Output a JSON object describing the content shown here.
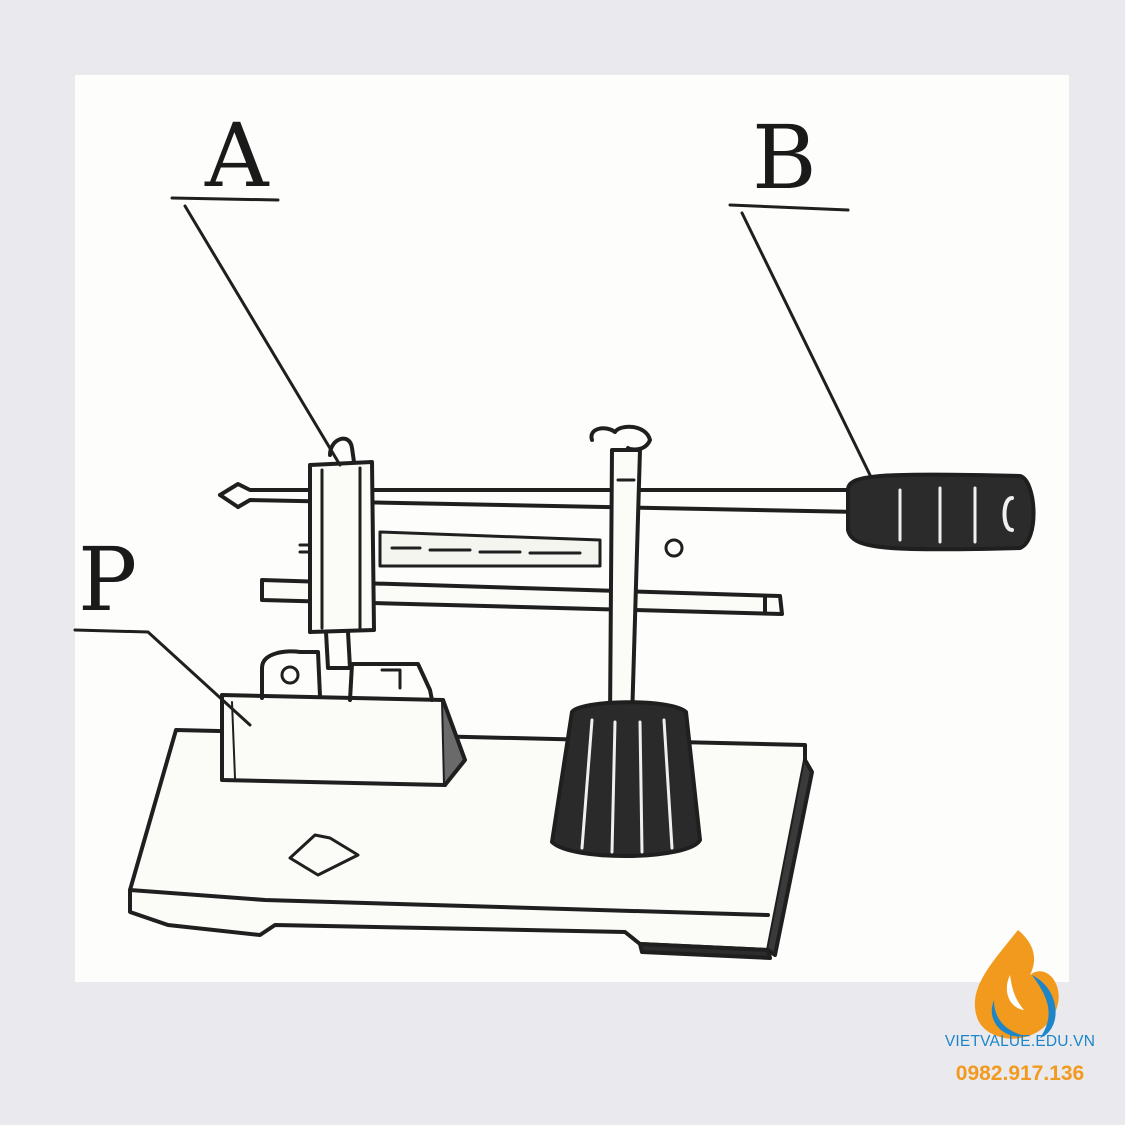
{
  "labels": {
    "a": "A",
    "b": "B",
    "p": "P"
  },
  "brand": {
    "name": "VIETVALUE.EDU.VN",
    "phone": "0982.917.136",
    "colors": {
      "blue": "#1d86c8",
      "orange": "#f29a1e"
    }
  }
}
